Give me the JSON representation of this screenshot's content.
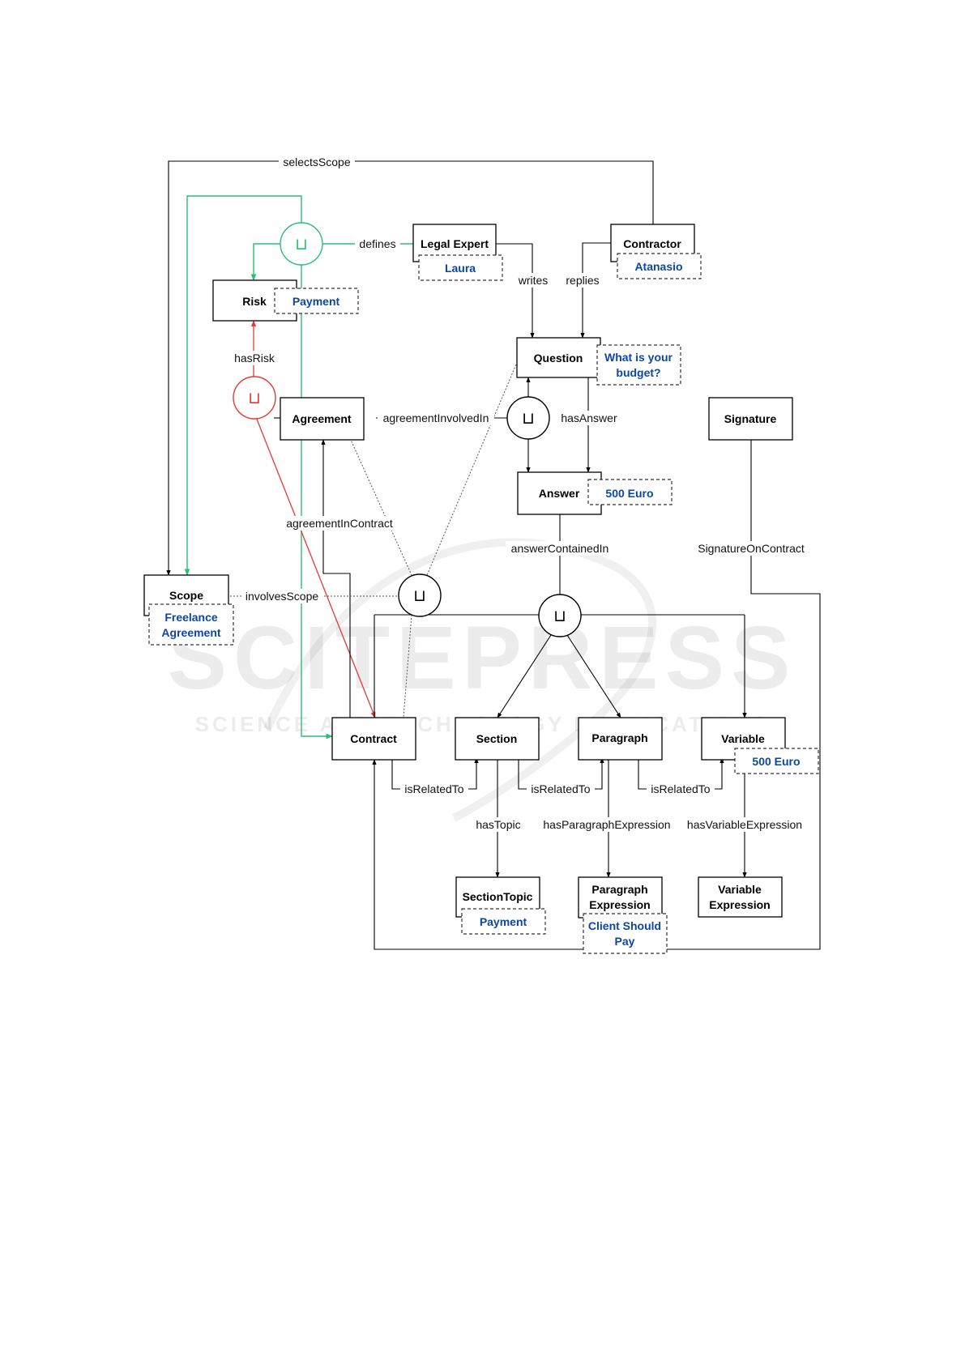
{
  "watermark": {
    "title": "SCITEPRESS",
    "subtitle": "SCIENCE AND TECHNOLOGY PUBLICATIONS"
  },
  "union_symbol": "⊔",
  "colors": {
    "line": "#000000",
    "green": "#2bbf74",
    "red": "#e53935",
    "instance_text": "#0d47a1"
  },
  "nodes": {
    "legal_expert": "Legal Expert",
    "contractor": "Contractor",
    "risk": "Risk",
    "question": "Question",
    "agreement": "Agreement",
    "signature": "Signature",
    "answer": "Answer",
    "scope": "Scope",
    "contract": "Contract",
    "section": "Section",
    "paragraph": "Paragraph",
    "variable": "Variable",
    "section_topic": "SectionTopic",
    "paragraph_expression_line1": "Paragraph",
    "paragraph_expression_line2": "Expression",
    "variable_expression_line1": "Variable",
    "variable_expression_line2": "Expression"
  },
  "instances": {
    "laura": "Laura",
    "atanasio": "Atanasio",
    "payment_risk": "Payment",
    "question_line1": "What is your",
    "question_line2": "budget?",
    "answer_value": "500 Euro",
    "scope_line1": "Freelance",
    "scope_line2": "Agreement",
    "variable_value": "500 Euro",
    "topic_payment": "Payment",
    "expr_line1": "Client Should",
    "expr_line2": "Pay"
  },
  "edges": {
    "selects_scope": "selectsScope",
    "defines": "defines",
    "writes": "writes",
    "replies": "replies",
    "has_risk": "hasRisk",
    "agreement_involved_in": "agreementInvolvedIn",
    "has_answer": "hasAnswer",
    "agreement_in_contract": "agreementInContract",
    "answer_contained_in": "answerContainedIn",
    "signature_on_contract": "SignatureOnContract",
    "involves_scope": "involvesScope",
    "is_related_to_1": "isRelatedTo",
    "is_related_to_2": "isRelatedTo",
    "is_related_to_3": "isRelatedTo",
    "has_topic": "hasTopic",
    "has_paragraph_expression": "hasParagraphExpression",
    "has_variable_expression": "hasVariableExpression"
  }
}
